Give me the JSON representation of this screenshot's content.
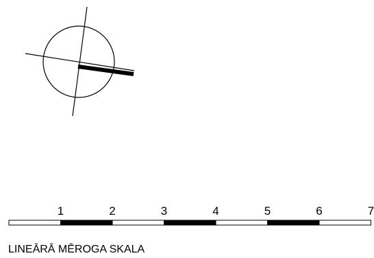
{
  "north_symbol": {
    "name": "compass-symbol"
  },
  "scale_bar": {
    "labels": [
      "1",
      "2",
      "3",
      "4",
      "5",
      "6",
      "7"
    ],
    "title": "LINEĀRĀ MĒROGA SKALA",
    "segment_fill": [
      "#ffffff",
      "#000000",
      "#ffffff",
      "#000000",
      "#ffffff",
      "#000000",
      "#ffffff"
    ],
    "stroke_color": "#000000"
  }
}
